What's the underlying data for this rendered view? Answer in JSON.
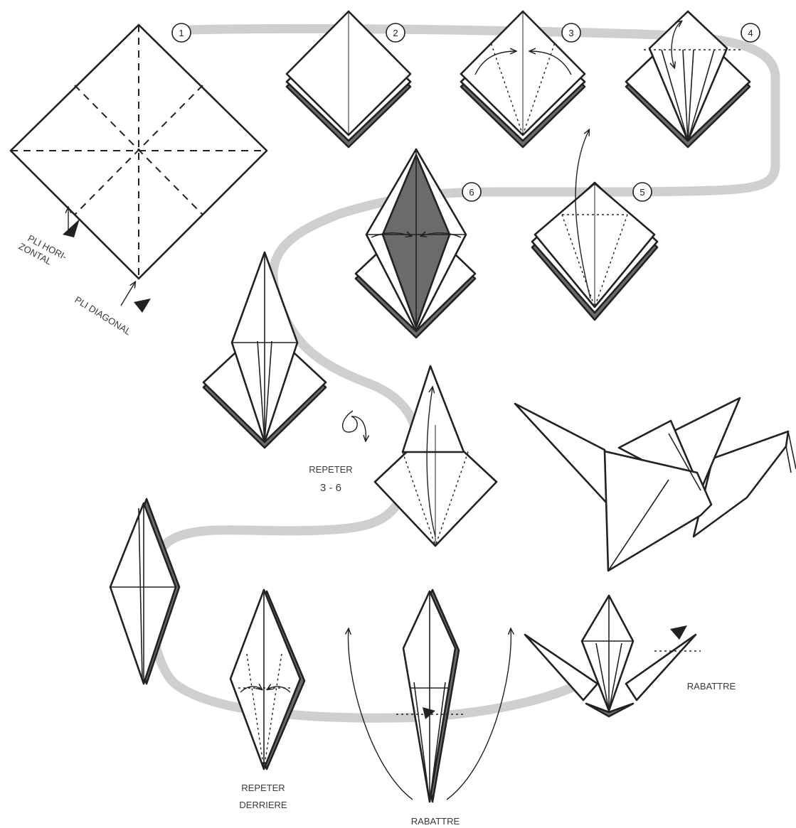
{
  "steps": [
    {
      "number": "1"
    },
    {
      "number": "2"
    },
    {
      "number": "3"
    },
    {
      "number": "4"
    },
    {
      "number": "5"
    },
    {
      "number": "6"
    }
  ],
  "labels": {
    "fold_horizontal_1": "PLI HORI-",
    "fold_horizontal_2": "ZONTAL",
    "fold_diagonal": "PLI DIAGONAL",
    "repeat_3_6_1": "REPETER",
    "repeat_3_6_2": "3 - 6",
    "repeat_behind_1": "REPETER",
    "repeat_behind_2": "DERRIERE",
    "fold_down_bottom": "RABATTRE",
    "fold_down_head": "RABATTRE"
  },
  "colors": {
    "outline": "#222222",
    "shade": "#6b6b6b",
    "guide_path": "#cfcfcf",
    "background": "#ffffff"
  }
}
